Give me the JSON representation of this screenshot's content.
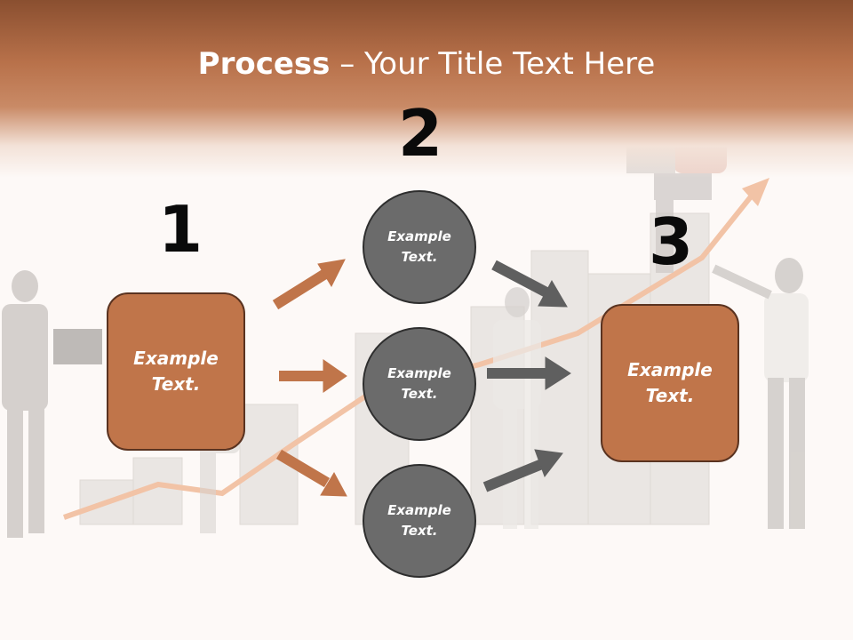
{
  "title": {
    "bold": "Process",
    "separator": " – ",
    "rest": "Your Title Text Here"
  },
  "steps": [
    {
      "number": "1",
      "text_line1": "Example",
      "text_line2": "Text."
    },
    {
      "number": "2"
    },
    {
      "number": "3",
      "text_line1": "Example",
      "text_line2": "Text."
    }
  ],
  "circles": [
    {
      "text_line1": "Example",
      "text_line2": "Text."
    },
    {
      "text_line1": "Example",
      "text_line2": "Text."
    },
    {
      "text_line1": "Example",
      "text_line2": "Text."
    }
  ],
  "colors": {
    "header": "#b8714a",
    "box": "#c0754a",
    "circle": "#6b6b6b",
    "orange_arrow": "#c0754a",
    "gray_arrow": "#5f5f5f"
  }
}
